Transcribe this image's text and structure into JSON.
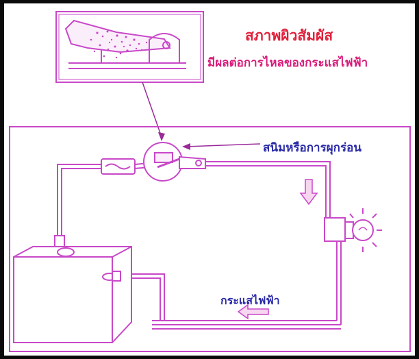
{
  "labels": {
    "title_main": "สภาพผิวสัมผัส",
    "title_sub": "มีผลต่อการไหลของกระแสไฟฟ้า",
    "corrosion": "สนิมหรือการผุกร่อน",
    "current": "กระแสไฟฟ้า"
  },
  "colors": {
    "line": "#c848c8",
    "dark_line": "#9a2a9a",
    "title_red": "#e0203a",
    "subtitle_pink": "#d81b7a",
    "label_blue": "#2a2aa8",
    "arrow_fill": "#f7d6f0",
    "background": "#ffffff",
    "frame": "#0b0b0b"
  },
  "icons": [
    "battery-icon",
    "fuse-icon",
    "lamp-icon",
    "switch-icon",
    "flow-arrow-icon"
  ]
}
